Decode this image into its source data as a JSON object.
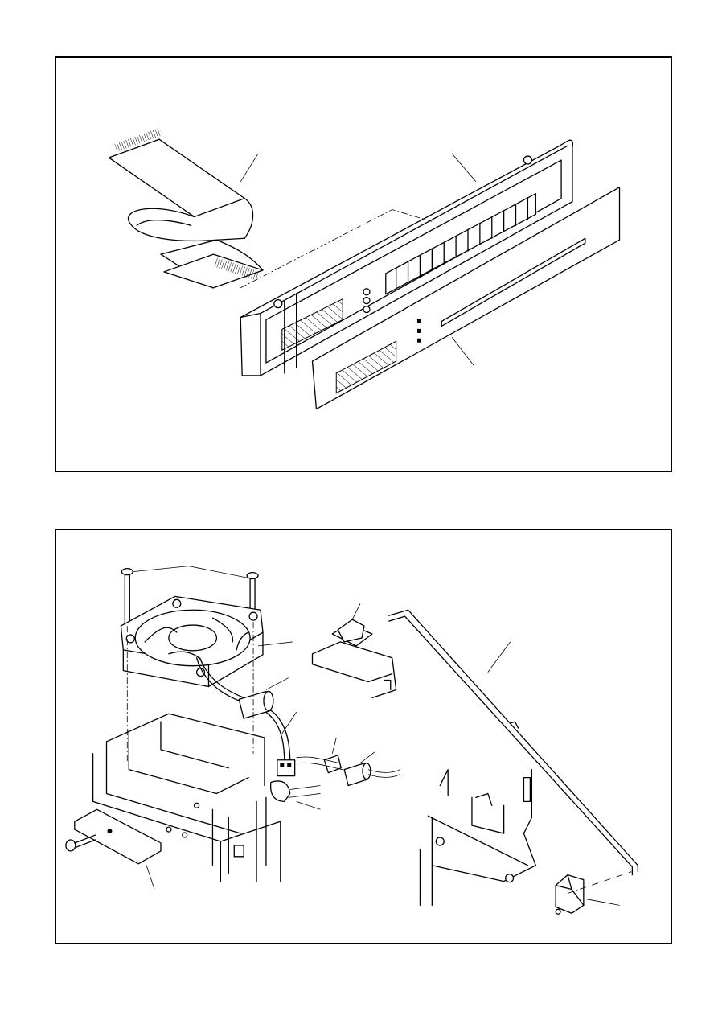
{
  "page": {
    "background": "#ffffff",
    "line_color": "#000000"
  },
  "figures": [
    {
      "id": "front-panel-assembly",
      "parts": [
        "flat-cable",
        "front-panel-frame",
        "front-panel-sheet"
      ]
    },
    {
      "id": "fan-assembly",
      "parts": [
        "fan-screws",
        "cooling-fan",
        "fan-harness",
        "ferrite-core",
        "connector",
        "cable-clamp",
        "harness-ferrite",
        "flat-cable-ribbon",
        "bracket",
        "bracket-screw",
        "actuator-rod",
        "rod-holder-top",
        "rod-holder-bottom"
      ]
    }
  ]
}
